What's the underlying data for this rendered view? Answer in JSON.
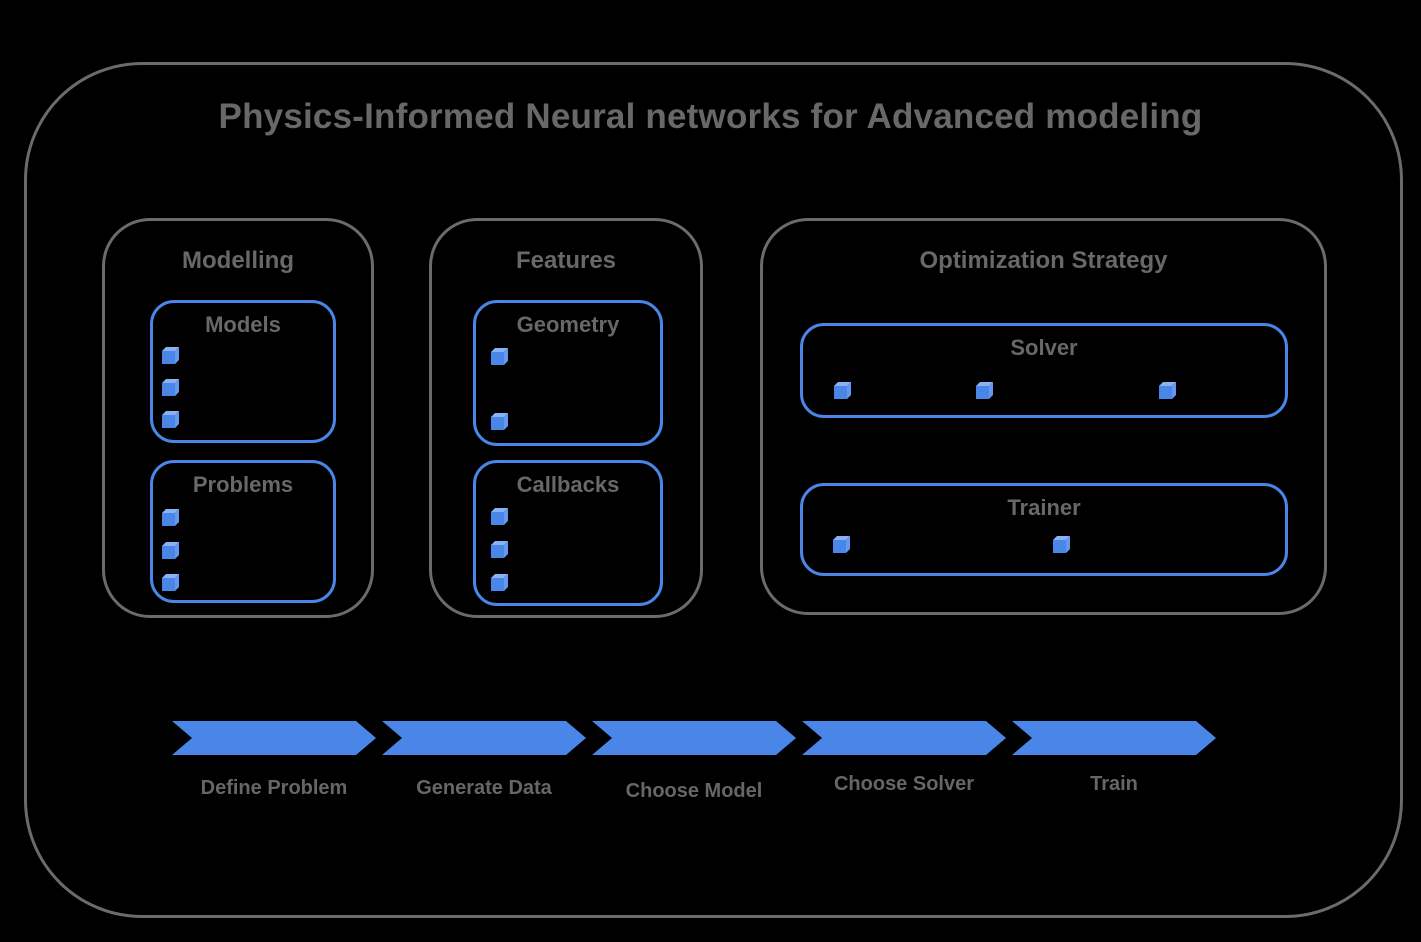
{
  "title": "Physics-Informed Neural networks for Advanced modeling",
  "colors": {
    "background": "#000000",
    "frame_border_gray": "#6b6b6b",
    "text_gray": "#686868",
    "accent_blue": "#4a86e8",
    "cube_top_blue": "#8ab1f3",
    "cube_side_blue": "#639af0"
  },
  "sections": [
    {
      "label": "Modelling",
      "subboxes": [
        {
          "label": "Models",
          "bullet_count": 3,
          "bullet_layout": "vertical"
        },
        {
          "label": "Problems",
          "bullet_count": 3,
          "bullet_layout": "vertical"
        }
      ]
    },
    {
      "label": "Features",
      "subboxes": [
        {
          "label": "Geometry",
          "bullet_count": 2,
          "bullet_layout": "vertical"
        },
        {
          "label": "Callbacks",
          "bullet_count": 3,
          "bullet_layout": "vertical"
        }
      ]
    },
    {
      "label": "Optimization Strategy",
      "subboxes": [
        {
          "label": "Solver",
          "bullet_count": 3,
          "bullet_layout": "horizontal"
        },
        {
          "label": "Trainer",
          "bullet_count": 2,
          "bullet_layout": "horizontal"
        }
      ]
    }
  ],
  "pipeline": {
    "steps": [
      {
        "label": "Define Problem"
      },
      {
        "label": "Generate Data"
      },
      {
        "label": "Choose Model"
      },
      {
        "label": "Choose Solver"
      },
      {
        "label": "Train"
      }
    ]
  }
}
